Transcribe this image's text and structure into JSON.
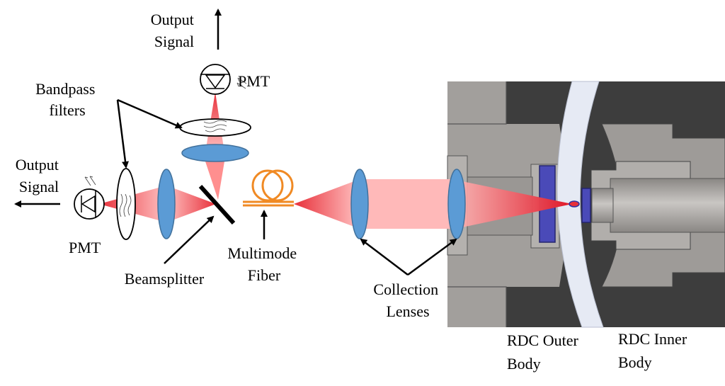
{
  "labels": {
    "output_signal_top": [
      "Output",
      "Signal"
    ],
    "output_signal_left": [
      "Output",
      "Signal"
    ],
    "pmt_top": "PMT",
    "pmt_left": "PMT",
    "bandpass_filters": [
      "Bandpass",
      "filters"
    ],
    "beamsplitter": "Beamsplitter",
    "multimode_fiber": [
      "Multimode",
      "Fiber"
    ],
    "collection_lenses": [
      "Collection",
      "Lenses"
    ],
    "rdc_outer_body": [
      "RDC Outer",
      "Body"
    ],
    "rdc_inner_body": [
      "RDC Inner",
      "Body"
    ]
  },
  "colors": {
    "lens": "#5b9bd5",
    "lens_edge": "#41719c",
    "beam": "#ff9a9a",
    "beam_focus": "#e8303a",
    "fiber": "#f08a24",
    "housing_light": "#a6a3a0",
    "housing_mid": "#8f8c89",
    "housing_dark": "#3f3f3f",
    "window": "#4a4ab8",
    "gap": "#e8ecf5"
  }
}
